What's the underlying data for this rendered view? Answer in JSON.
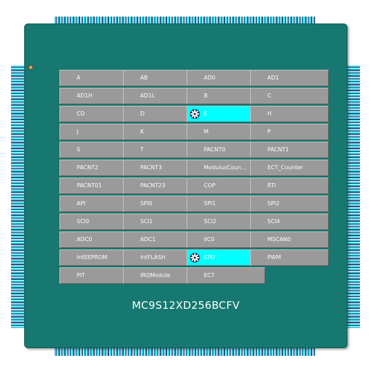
{
  "chip": {
    "part_number": "MC9S12XD256BCFV"
  },
  "modules": [
    {
      "label": "A",
      "selected": false
    },
    {
      "label": "AB",
      "selected": false
    },
    {
      "label": "AD0",
      "selected": false
    },
    {
      "label": "AD1",
      "selected": false
    },
    {
      "label": "AD1H",
      "selected": false
    },
    {
      "label": "AD1L",
      "selected": false
    },
    {
      "label": "B",
      "selected": false
    },
    {
      "label": "C",
      "selected": false
    },
    {
      "label": "CD",
      "selected": false
    },
    {
      "label": "D",
      "selected": false
    },
    {
      "label": "E",
      "selected": true,
      "icon": "gear-icon"
    },
    {
      "label": "H",
      "selected": false
    },
    {
      "label": "J",
      "selected": false
    },
    {
      "label": "K",
      "selected": false
    },
    {
      "label": "M",
      "selected": false
    },
    {
      "label": "P",
      "selected": false
    },
    {
      "label": "S",
      "selected": false
    },
    {
      "label": "T",
      "selected": false
    },
    {
      "label": "PACNT0",
      "selected": false
    },
    {
      "label": "PACNT1",
      "selected": false
    },
    {
      "label": "PACNT2",
      "selected": false
    },
    {
      "label": "PACNT3",
      "selected": false
    },
    {
      "label": "ModulusCoun...",
      "selected": false
    },
    {
      "label": "ECT_Counter",
      "selected": false
    },
    {
      "label": "PACNT01",
      "selected": false
    },
    {
      "label": "PACNT23",
      "selected": false
    },
    {
      "label": "COP",
      "selected": false
    },
    {
      "label": "RTI",
      "selected": false
    },
    {
      "label": "API",
      "selected": false
    },
    {
      "label": "SPI0",
      "selected": false
    },
    {
      "label": "SPI1",
      "selected": false
    },
    {
      "label": "SPI2",
      "selected": false
    },
    {
      "label": "SCI0",
      "selected": false
    },
    {
      "label": "SCI1",
      "selected": false
    },
    {
      "label": "SCI2",
      "selected": false
    },
    {
      "label": "SCI4",
      "selected": false
    },
    {
      "label": "ADC0",
      "selected": false
    },
    {
      "label": "ADC1",
      "selected": false
    },
    {
      "label": "IIC0",
      "selected": false
    },
    {
      "label": "MSCAN0",
      "selected": false
    },
    {
      "label": "IntEEPROM",
      "selected": false
    },
    {
      "label": "IntFLASH",
      "selected": false
    },
    {
      "label": "CPU",
      "selected": true,
      "icon": "gear-icon"
    },
    {
      "label": "PWM",
      "selected": false
    },
    {
      "label": "PIT",
      "selected": false
    },
    {
      "label": "IRQModule",
      "selected": false
    },
    {
      "label": "ECT",
      "selected": false
    }
  ],
  "colors": {
    "chip_body": "#167870",
    "cell": "#9a9a9a",
    "cell_selected": "#00ffff",
    "pins": "#33d8ee"
  }
}
